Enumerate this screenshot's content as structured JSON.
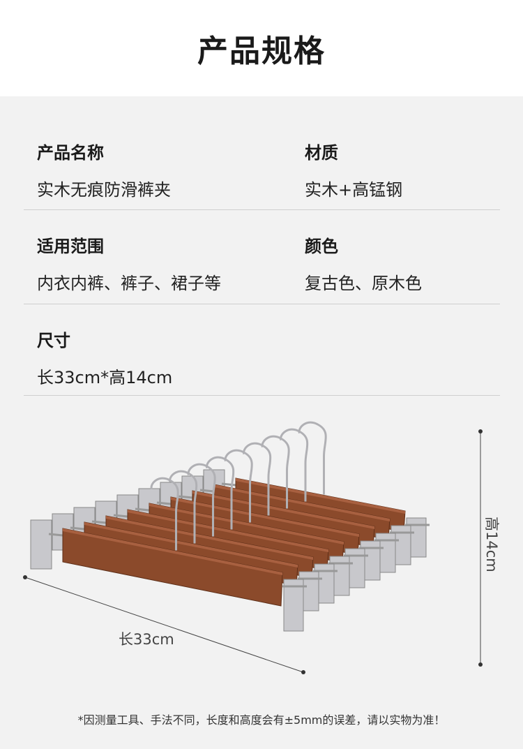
{
  "header": {
    "title": "产品规格"
  },
  "specs": [
    {
      "label": "产品名称",
      "value": "实木无痕防滑裤夹"
    },
    {
      "label": "材质",
      "value": "实木+高锰钢"
    },
    {
      "label": "适用范围",
      "value": "内衣内裤、裤子、裙子等"
    },
    {
      "label": "颜色",
      "value": "复古色、原木色"
    },
    {
      "label": "尺寸",
      "value": "长33cm*高14cm"
    }
  ],
  "image": {
    "length_label": "长33cm",
    "height_label": "高14cm",
    "hanger_count": 9,
    "wood_color": "#8b4a2b",
    "metal_color": "#c8c8cc"
  },
  "note": "*因测量工具、手法不同，长度和高度会有±5mm的误差，请以实物为准！"
}
